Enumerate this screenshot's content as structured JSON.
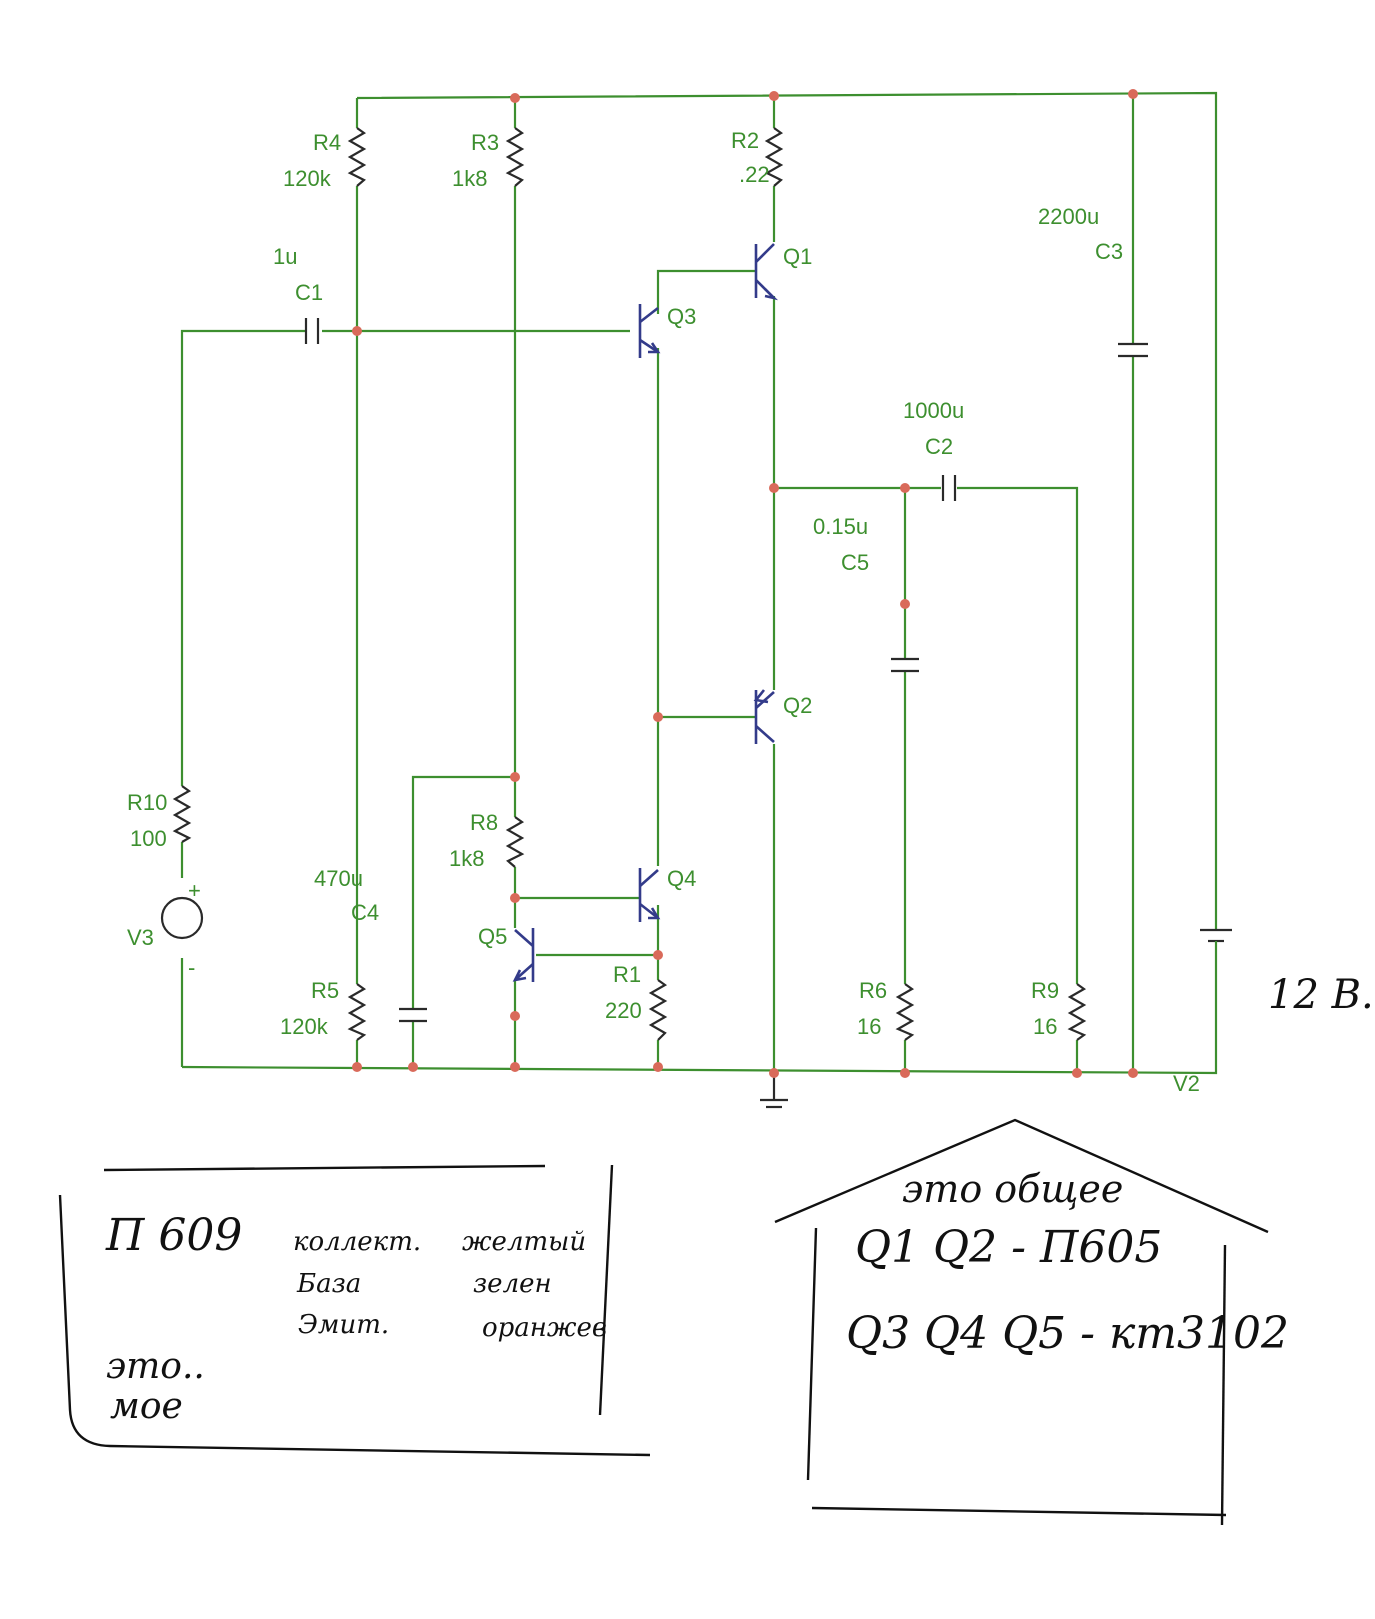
{
  "colors": {
    "wire": "#3d8f2f",
    "transistor": "#333b8a",
    "junction": "#d96a5a",
    "ink": "#111111"
  },
  "components": {
    "R4": {
      "name": "R4",
      "value": "120k"
    },
    "R3": {
      "name": "R3",
      "value": "1k8"
    },
    "R2": {
      "name": "R2",
      "value": ".22"
    },
    "C3": {
      "name": "C3",
      "value": "2200u"
    },
    "C1": {
      "name": "C1",
      "value": "1u"
    },
    "Q1": {
      "name": "Q1"
    },
    "Q3": {
      "name": "Q3"
    },
    "C2": {
      "name": "C2",
      "value": "1000u"
    },
    "C5": {
      "name": "C5",
      "value": "0.15u"
    },
    "Q2": {
      "name": "Q2"
    },
    "R10": {
      "name": "R10",
      "value": "100"
    },
    "R8": {
      "name": "R8",
      "value": "1k8"
    },
    "C4": {
      "name": "C4",
      "value": "470u"
    },
    "Q4": {
      "name": "Q4"
    },
    "Q5": {
      "name": "Q5"
    },
    "V3": {
      "name": "V3",
      "plus": "+",
      "minus": "-"
    },
    "R1": {
      "name": "R1",
      "value": "220"
    },
    "R5": {
      "name": "R5",
      "value": "120k"
    },
    "R6": {
      "name": "R6",
      "value": "16"
    },
    "R9": {
      "name": "R9",
      "value": "16"
    },
    "V2": {
      "name": "V2"
    }
  },
  "supply_note": "12 В.",
  "note_left": {
    "title": "П 609",
    "rows": [
      {
        "pin": "коллект.",
        "color": "желтый"
      },
      {
        "pin": "Базa",
        "color": "зелен"
      },
      {
        "pin": "Эмит.",
        "color": "оранжев"
      }
    ],
    "footer_1": "это..",
    "footer_2": "мое"
  },
  "note_right": {
    "title": "это общее",
    "line_1": "Q1 Q2 - П605",
    "line_2": "Q3 Q4 Q5 - кт3102"
  }
}
